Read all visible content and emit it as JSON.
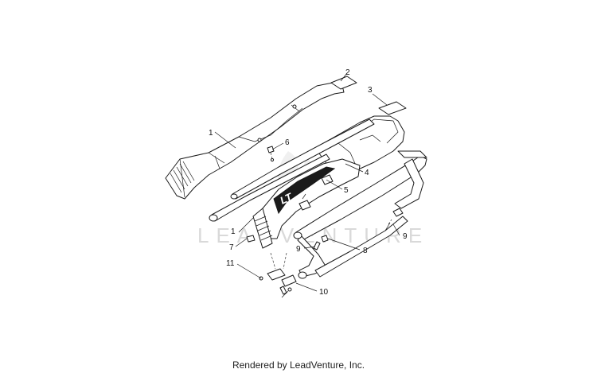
{
  "watermark": "LEADVENTURE",
  "footer": "Rendered by LeadVenture, Inc.",
  "decal_text": "LT",
  "callouts": [
    {
      "id": "c1a",
      "label": "1"
    },
    {
      "id": "c2",
      "label": "2"
    },
    {
      "id": "c3",
      "label": "3"
    },
    {
      "id": "c4",
      "label": "4"
    },
    {
      "id": "c5",
      "label": "5"
    },
    {
      "id": "c6",
      "label": "6"
    },
    {
      "id": "c1b",
      "label": "1"
    },
    {
      "id": "c7",
      "label": "7"
    },
    {
      "id": "c8",
      "label": "8"
    },
    {
      "id": "c9a",
      "label": "9"
    },
    {
      "id": "c9b",
      "label": "9"
    },
    {
      "id": "c10",
      "label": "10"
    },
    {
      "id": "c11",
      "label": "11"
    }
  ]
}
